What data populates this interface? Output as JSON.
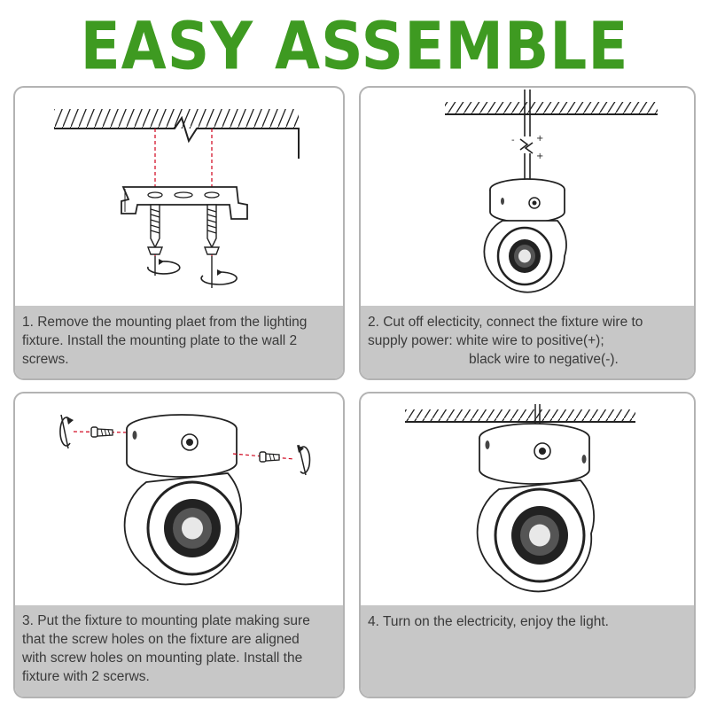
{
  "title": "EASY ASSEMBLE",
  "colors": {
    "title": "#3e9a21",
    "caption_bg": "#c7c7c7",
    "border": "#b3b3b3",
    "guide": "#d0021b"
  },
  "steps": [
    {
      "lines": [
        "1. Remove the mounting plaet from the lighting",
        "fixture. Install the mounting plate to the wall 2",
        "screws."
      ]
    },
    {
      "lines": [
        "2. Cut off electicity, connect the fixture wire to",
        "supply power: white wire to positive(+);",
        "black wire to negative(-)."
      ]
    },
    {
      "lines": [
        "3. Put the fixture to mounting plate making sure",
        "that the screw holes on the fixture are aligned",
        "with screw holes on mounting plate. Install the",
        "fixture with 2 scerws."
      ]
    },
    {
      "lines": [
        "4. Turn on the electricity, enjoy the light."
      ]
    }
  ]
}
